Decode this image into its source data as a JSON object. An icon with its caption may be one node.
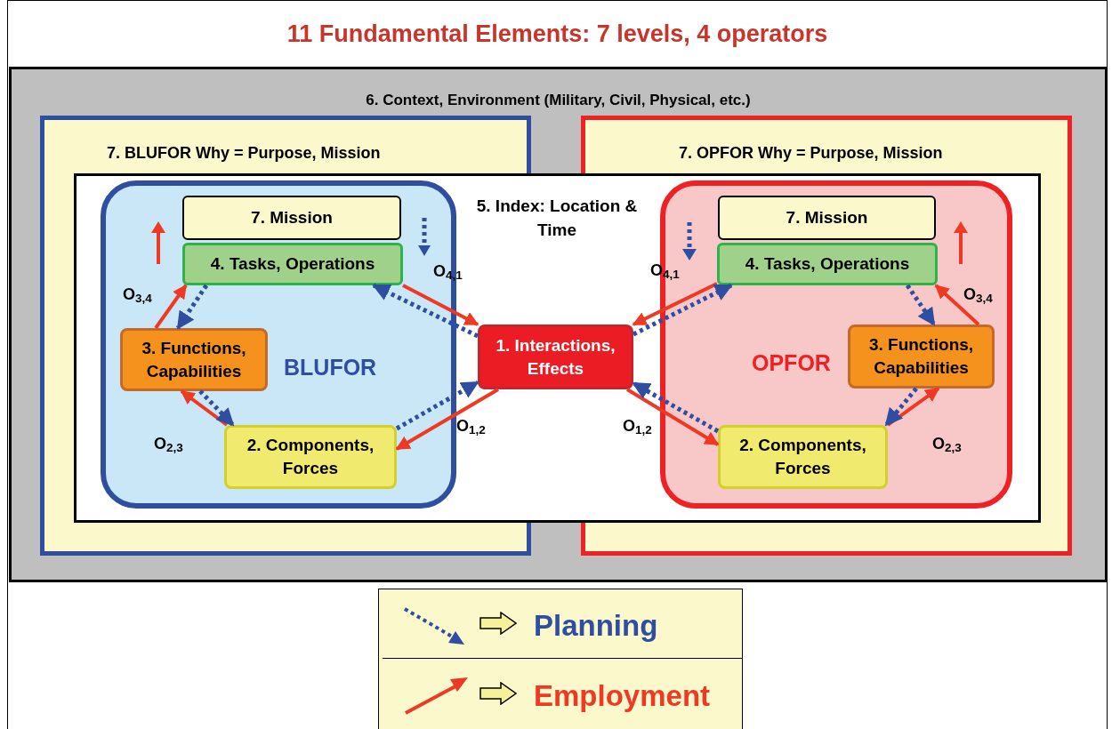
{
  "diagram": {
    "title": "11 Fundamental Elements: 7 levels, 4 operators",
    "nodes": [
      {
        "text": [
          "6. Context, Environment (Military, Civil, Physical, etc.)"
        ]
      },
      {
        "text": [
          "7. BLUFOR Why = Purpose, Mission"
        ],
        "in": 0
      },
      {
        "text": [
          "7. OPFOR Why = Purpose, Mission"
        ],
        "in": 0
      },
      {
        "text": [
          "5. Index: Location & Time"
        ],
        "in": 0
      },
      {
        "text": [
          "BLUFOR"
        ],
        "in": 3
      },
      {
        "text": [
          "7. Mission"
        ],
        "in": 4
      },
      {
        "text": [
          "4. Tasks, Operations"
        ],
        "in": 4
      },
      {
        "text": [
          "3. Functions, Capabilities"
        ],
        "in": 4
      },
      {
        "text": [
          "2. Components, Forces"
        ],
        "in": 4
      },
      {
        "text": [
          "1. Interactions, Effects"
        ],
        "in": 3
      },
      {
        "text": [
          "OPFOR"
        ],
        "in": 3
      },
      {
        "text": [
          "7. Mission"
        ],
        "in": 10
      },
      {
        "text": [
          "4. Tasks, Operations"
        ],
        "in": 10
      },
      {
        "text": [
          "3. Functions, Capabilities"
        ],
        "in": 10
      },
      {
        "text": [
          "2. Components, Forces"
        ],
        "in": 10
      }
    ],
    "edges": [
      {
        "from": 6,
        "to": 9,
        "arrow": "to",
        "label": "O$_{4,1}$"
      },
      {
        "from": 9,
        "to": 6,
        "arrow": "to",
        "style": "dashed",
        "color": "#2f4ea0"
      },
      {
        "from": 9,
        "to": 8,
        "arrow": "to",
        "label": "O$_{1,2}$"
      },
      {
        "from": 8,
        "to": 9,
        "arrow": "to",
        "style": "dashed",
        "color": "#2f4ea0"
      },
      {
        "from": 8,
        "to": 7,
        "arrow": "to",
        "label": "O$_{2,3}$"
      },
      {
        "from": 7,
        "to": 8,
        "arrow": "to",
        "style": "dashed",
        "color": "#2f4ea0"
      },
      {
        "from": 7,
        "to": 6,
        "arrow": "to",
        "label": "O$_{3,4}$"
      },
      {
        "from": 6,
        "to": 7,
        "arrow": "to",
        "style": "dashed",
        "color": "#2f4ea0"
      },
      {
        "from": 12,
        "to": 9,
        "arrow": "to",
        "label": "O$_{4,1}$"
      },
      {
        "from": 9,
        "to": 12,
        "arrow": "to",
        "style": "dashed",
        "color": "#2f4ea0"
      },
      {
        "from": 9,
        "to": 14,
        "arrow": "to",
        "label": "O$_{1,2}$"
      },
      {
        "from": 14,
        "to": 9,
        "arrow": "to",
        "style": "dashed",
        "color": "#2f4ea0"
      },
      {
        "from": 14,
        "to": 13,
        "arrow": "to",
        "label": "O$_{2,3}$"
      },
      {
        "from": 13,
        "to": 14,
        "arrow": "to",
        "style": "dashed",
        "color": "#2f4ea0"
      },
      {
        "from": 13,
        "to": 12,
        "arrow": "to",
        "label": "O$_{3,4}$"
      },
      {
        "from": 12,
        "to": 13,
        "arrow": "to",
        "style": "dashed",
        "color": "#2f4ea0"
      }
    ],
    "legend": [
      {
        "text": "Planning"
      },
      {
        "text": "Employment"
      }
    ]
  }
}
